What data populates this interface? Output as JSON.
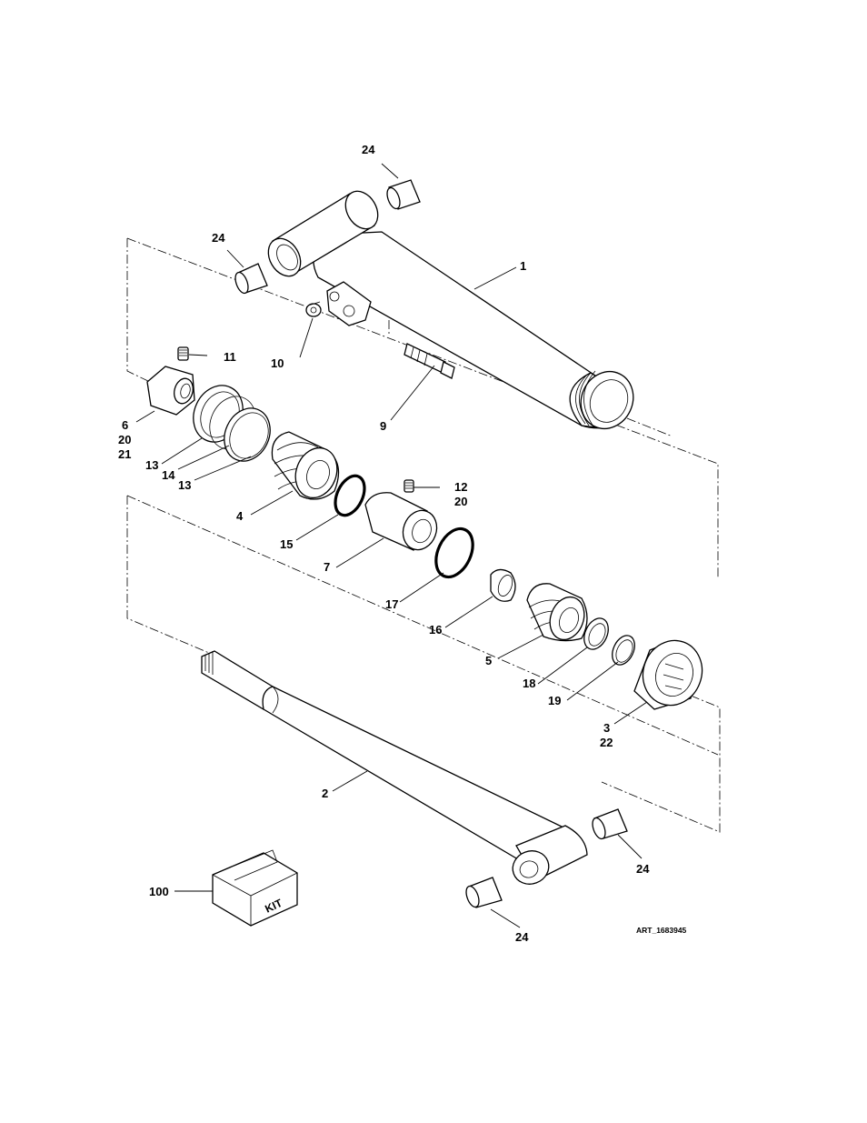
{
  "labels": {
    "p1": "1",
    "p2": "2",
    "p3": "3",
    "p3b": "22",
    "p4": "4",
    "p5": "5",
    "p6": "6",
    "p6b": "20",
    "p6c": "21",
    "p7": "7",
    "p9": "9",
    "p10": "10",
    "p11": "11",
    "p12": "12",
    "p12b": "20",
    "p13a": "13",
    "p14": "14",
    "p13b": "13",
    "p15": "15",
    "p16": "16",
    "p17": "17",
    "p18": "18",
    "p19": "19",
    "p24a": "24",
    "p24b": "24",
    "p24c": "24",
    "p24d": "24",
    "p100": "100"
  },
  "kit_text": "KIT",
  "art_id": "ART_1683945"
}
